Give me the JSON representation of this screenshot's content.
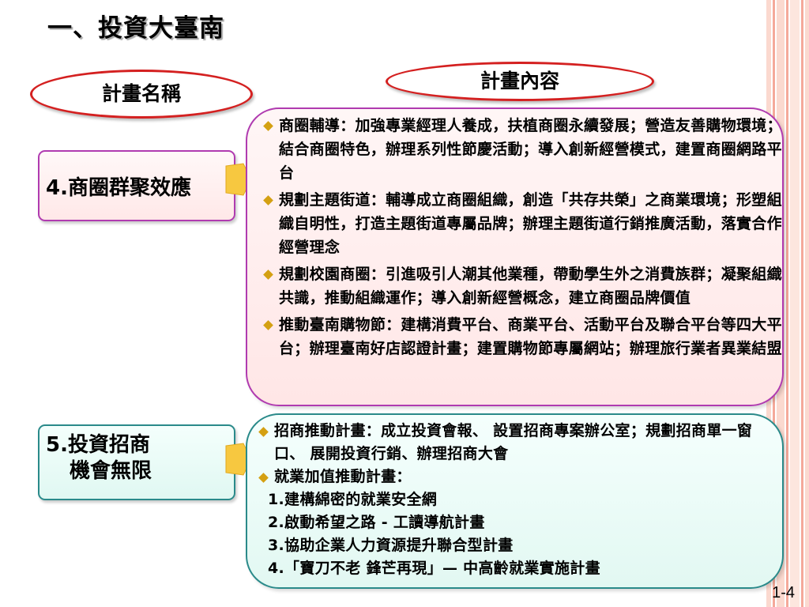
{
  "title": "一、投資大臺南",
  "column_headers": {
    "plan_name": "計畫名稱",
    "plan_content": "計畫內容"
  },
  "colors": {
    "oval_border": "#d42020",
    "plan4_border": "#b03bb0",
    "plan5_border": "#2a8a8a",
    "bullet": "#d4a012",
    "connector": "#f7c840",
    "stripe_pink": "#f5a99a",
    "stripe_light": "#fbd9cf"
  },
  "plans": [
    {
      "name": "4.商圈群聚效應",
      "items": [
        {
          "icon": "diamond-bullet-icon",
          "text": "商圈輔導：加強專業經理人養成，扶植商圈永續發展；營造友善購物環境；結合商圈特色，辦理系列性節慶活動；導入創新經營模式，建置商圈網路平台"
        },
        {
          "icon": "diamond-bullet-icon",
          "text": "規劃主題街道：輔導成立商圈組織，創造「共存共榮」之商業環境；形塑組織自明性，打造主題街道專屬品牌；辦理主題街道行銷推廣活動，落實合作經營理念"
        },
        {
          "icon": "diamond-bullet-icon",
          "text": "規劃校園商圈：引進吸引人潮其他業種，帶動學生外之消費族群；凝聚組織共識，推動組織運作；導入創新經營概念，建立商圈品牌價值"
        },
        {
          "icon": "diamond-bullet-icon",
          "text": "推動臺南購物節：建構消費平台、商業平台、活動平台及聯合平台等四大平台；辦理臺南好店認證計畫；建置購物節專屬網站；辦理旅行業者異業結盟"
        }
      ]
    },
    {
      "name_line1": "5.投資招商",
      "name_line2": "機會無限",
      "items": [
        {
          "icon": "diamond-bullet-icon",
          "text": "招商推動計畫：成立投資會報、 設置招商專案辦公室；規劃招商單一窗口、 展開投資行銷、辦理招商大會"
        },
        {
          "icon": "diamond-bullet-icon",
          "text": "就業加值推動計畫："
        }
      ],
      "sub_items": [
        "1.建構綿密的就業安全網",
        "2.啟動希望之路 - 工讀導航計畫",
        "3.協助企業人力資源提升聯合型計畫",
        "4.「寶刀不老 鋒芒再現」— 中高齡就業實施計畫"
      ]
    }
  ],
  "page_number": "1-4"
}
